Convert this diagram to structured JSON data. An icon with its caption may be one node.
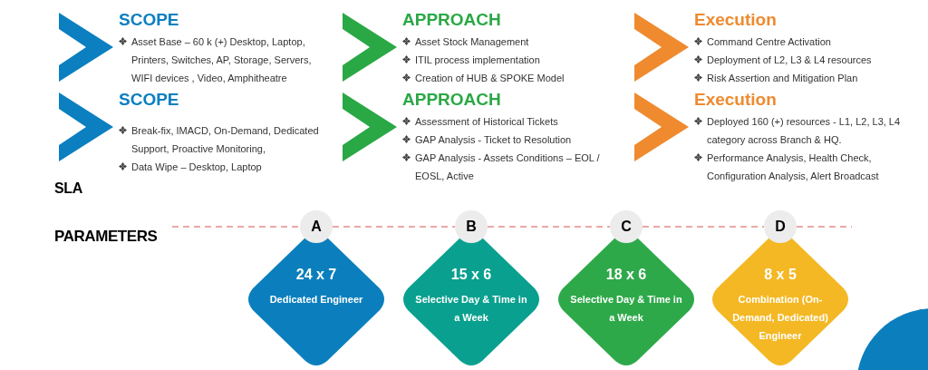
{
  "diagram": {
    "nodes": [
      {
        "text": [
          "SCOPE",
          "Asset Base – 60 k (+) Desktop, Laptop, Printers, Switches, AP, Storage, Servers, WIFI devices , Video, Amphitheatre"
        ]
      },
      {
        "text": [
          "APPROACH",
          "Asset Stock Management",
          "ITIL process implementation",
          "Creation of HUB & SPOKE Model"
        ]
      },
      {
        "text": [
          "Execution",
          "Command Centre Activation",
          "Deployment of L2, L3 & L4 resources",
          "Risk Assertion and Mitigation Plan"
        ]
      },
      {
        "text": [
          "SCOPE",
          "Break-fix, IMACD, On-Demand, Dedicated Support, Proactive Monitoring,",
          "Data Wipe – Desktop, Laptop"
        ]
      },
      {
        "text": [
          "APPROACH",
          "Assessment of Historical Tickets",
          "GAP Analysis -  Ticket to Resolution",
          "GAP Analysis -  Assets Conditions – EOL / EOSL, Active"
        ]
      },
      {
        "text": [
          "Execution",
          "Deployed 160 (+) resources - L1, L2, L3, L4 category across Branch & HQ.",
          "Performance Analysis, Health Check, Configuration Analysis, Alert Broadcast"
        ]
      },
      {
        "text": [
          "A"
        ]
      },
      {
        "text": [
          "24 x 7",
          "Dedicated Engineer"
        ]
      },
      {
        "text": [
          "B"
        ]
      },
      {
        "text": [
          "15 x 6",
          "Selective Day & Time in a Week"
        ]
      },
      {
        "text": [
          "C"
        ]
      },
      {
        "text": [
          "18 x 6",
          "Selective Day & Time in a Week"
        ]
      },
      {
        "text": [
          "D"
        ]
      },
      {
        "text": [
          "8 x 5",
          "Combination (On- Demand, Dedicated) Engineer"
        ]
      }
    ],
    "edges": [
      {
        "from": null,
        "to": 6,
        "arrow": "none",
        "style": "dashed"
      },
      {
        "from": 6,
        "to": 8,
        "arrow": "none",
        "style": "dashed"
      },
      {
        "from": 8,
        "to": 10,
        "arrow": "none",
        "style": "dashed"
      },
      {
        "from": 10,
        "to": 12,
        "arrow": "none",
        "style": "dashed"
      },
      {
        "from": 12,
        "to": null,
        "arrow": "none",
        "style": "dashed"
      }
    ],
    "labels": [
      "SLA",
      "PARAMETERS"
    ]
  }
}
